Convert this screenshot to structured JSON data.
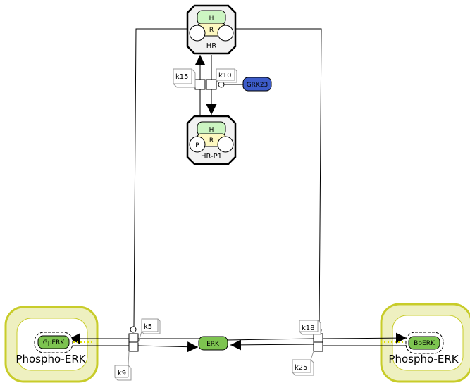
{
  "complexes": {
    "hr": {
      "label": "HR",
      "h": "H",
      "r": "R"
    },
    "hrp1": {
      "label": "HR-P1",
      "h": "H",
      "r": "R",
      "p": "P"
    }
  },
  "reactions": {
    "k15": "k15",
    "k10": "k10",
    "k5": "k5",
    "k9": "k9",
    "k18": "k18",
    "k25": "k25"
  },
  "species": {
    "grk23": "GRK23",
    "erk": "ERK",
    "gperk": "GpERK",
    "bperk": "BpERK"
  },
  "compartments": {
    "left": "Phospho-ERK",
    "right": "Phospho-ERK"
  },
  "colors": {
    "complex_fill": "#f2f2f2",
    "h_fill": "#ccf5c2",
    "r_fill": "#fdf8c0",
    "grk23_fill": "#3d5cc9",
    "erk_fill": "#7dc450",
    "compartment_outer": "#eef0c0",
    "compartment_stroke": "#c8cc2a"
  }
}
